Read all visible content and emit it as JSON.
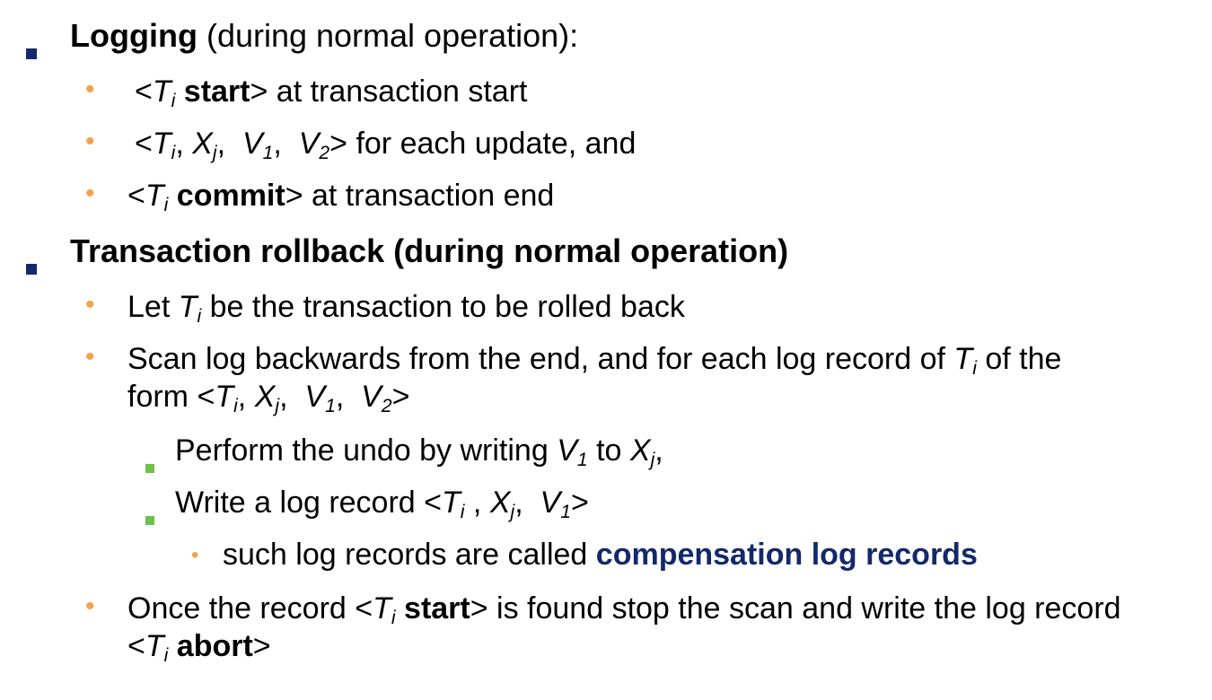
{
  "bullets": [
    {
      "level": 1,
      "heading": "Logging",
      "rest": " (during normal operation):"
    },
    {
      "level": 2,
      "parts": [
        "<",
        "T",
        "i",
        " ",
        "start",
        "> at transaction start"
      ]
    },
    {
      "level": 2,
      "parts": [
        "<",
        "T",
        "i",
        ", ",
        "X",
        "j",
        ",  ",
        "V",
        "1",
        ",  ",
        "V",
        "2",
        "> for each update, and"
      ]
    },
    {
      "level": 2,
      "parts": [
        "<",
        "T",
        "i",
        " ",
        "commit",
        "> at transaction end"
      ]
    },
    {
      "level": 1,
      "heading": "Transaction rollback (during normal operation)"
    },
    {
      "level": 2,
      "parts": [
        "Let ",
        "T",
        "i",
        " be the transaction to be rolled back"
      ]
    },
    {
      "level": 2,
      "line1": [
        "Scan log backwards from the end, and for each log record of ",
        "T",
        "i",
        " of the"
      ],
      "line2": [
        "form <",
        "T",
        "i",
        ", ",
        "X",
        "j",
        ",  ",
        "V",
        "1",
        ",  ",
        "V",
        "2",
        ">"
      ]
    },
    {
      "level": 3,
      "parts": [
        "Perform the undo by writing ",
        "V",
        "1",
        " to ",
        "X",
        "j",
        ","
      ]
    },
    {
      "level": 3,
      "parts": [
        "Write a log record <",
        "T",
        "i",
        " , ",
        "X",
        "j",
        ",  ",
        "V",
        "1",
        ">"
      ]
    },
    {
      "level": 4,
      "parts": [
        "such log records are called ",
        "compensation log records"
      ]
    },
    {
      "level": 2,
      "line1": [
        "Once the record <",
        "T",
        "i",
        " ",
        "start",
        "> is found stop the scan and write the log record"
      ],
      "line2": [
        "<",
        "T",
        "i",
        " ",
        "abort",
        ">"
      ]
    }
  ],
  "colors": {
    "level1_bullet": "#14296b",
    "level2_bullet": "#f2a24a",
    "level3_bullet": "#6cc24a",
    "emphasis": "#14296b"
  }
}
